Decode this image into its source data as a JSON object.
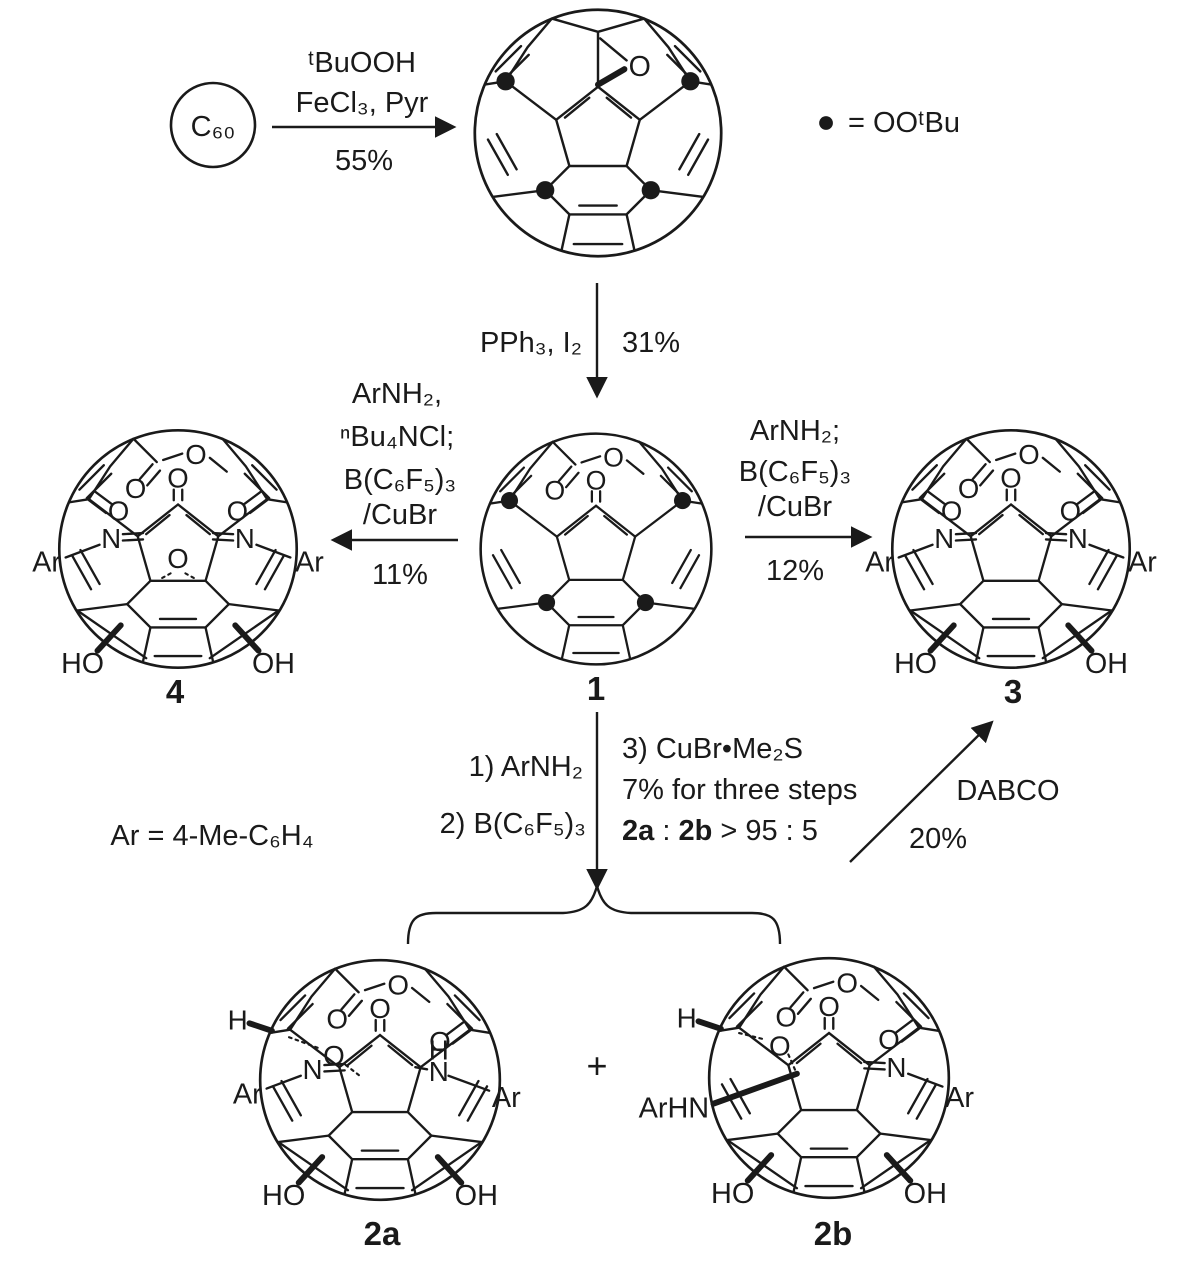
{
  "legend": {
    "symbol": "●",
    "text": "= OOᵗBu"
  },
  "ar_definition": "Ar = 4-Me-C₆H₄",
  "plus_sign": "+",
  "reagents": {
    "step1_line1": "ᵗBuOOH",
    "step1_line2": "FeCl₃, Pyr",
    "step1_yield": "55%",
    "step2_reagent": "PPh₃, I₂",
    "step2_yield": "31%",
    "to4_line1": "ArNH₂,",
    "to4_line2": "ⁿBu₄NCl;",
    "to4_line3": "B(C₆F₅)₃",
    "to4_line4": "/CuBr",
    "to4_yield": "11%",
    "to3_line1": "ArNH₂;",
    "to3_line2": "B(C₆F₅)₃",
    "to3_line3": "/CuBr",
    "to3_yield": "12%",
    "to2_step1": "1) ArNH₂",
    "to2_step2": "2) B(C₆F₅)₃",
    "to2_step3": "3) CuBr•Me₂S",
    "to2_yield": "7% for three steps",
    "ratio_c1": "2a",
    "ratio_sep": " : ",
    "ratio_c2": "2b",
    "ratio_rest": " > 95 : 5",
    "dabco": "DABCO",
    "dabco_yield": "20%"
  },
  "compounds": {
    "c60": {
      "label": "C₆₀"
    },
    "peroxide_epoxide": {
      "epoxide_o": "O"
    },
    "c1": {
      "number": "1",
      "ester_o": "O",
      "carbonyl_o": "O",
      "ketone_o": "O"
    },
    "c4": {
      "number": "4",
      "ester_o": "O",
      "carbonyl_o": "O",
      "ketone_o": "O",
      "left_o": "O",
      "right_o": "O",
      "epoxide_o": "O",
      "n_left": "N",
      "n_right": "N",
      "ar_left": "Ar",
      "ar_right": "Ar",
      "ho": "HO",
      "oh": "OH"
    },
    "c3": {
      "number": "3",
      "ester_o": "O",
      "carbonyl_o": "O",
      "ketone_o": "O",
      "left_o": "O",
      "right_o": "O",
      "n_left": "N",
      "n_right": "N",
      "ar_left": "Ar",
      "ar_right": "Ar",
      "ho": "HO",
      "oh": "OH"
    },
    "c2a": {
      "number": "2a",
      "h": "H",
      "ester_o": "O",
      "carbonyl_o": "O",
      "ketone_o": "O",
      "alkoxy_o": "O",
      "right_o": "O",
      "n_left": "N",
      "nh_h": "H",
      "nh_n": "N",
      "ar_left": "Ar",
      "ar_right": "Ar",
      "ho": "HO",
      "oh": "OH"
    },
    "c2b": {
      "number": "2b",
      "h": "H",
      "ester_o": "O",
      "carbonyl_o": "O",
      "ketone_o": "O",
      "alkoxy_o": "O",
      "right_o": "O",
      "arhn": "ArHN",
      "n_right": "N",
      "ar_right": "Ar",
      "ho": "HO",
      "oh": "OH"
    }
  },
  "colors": {
    "ink": "#1a1a1a",
    "background": "#ffffff"
  }
}
